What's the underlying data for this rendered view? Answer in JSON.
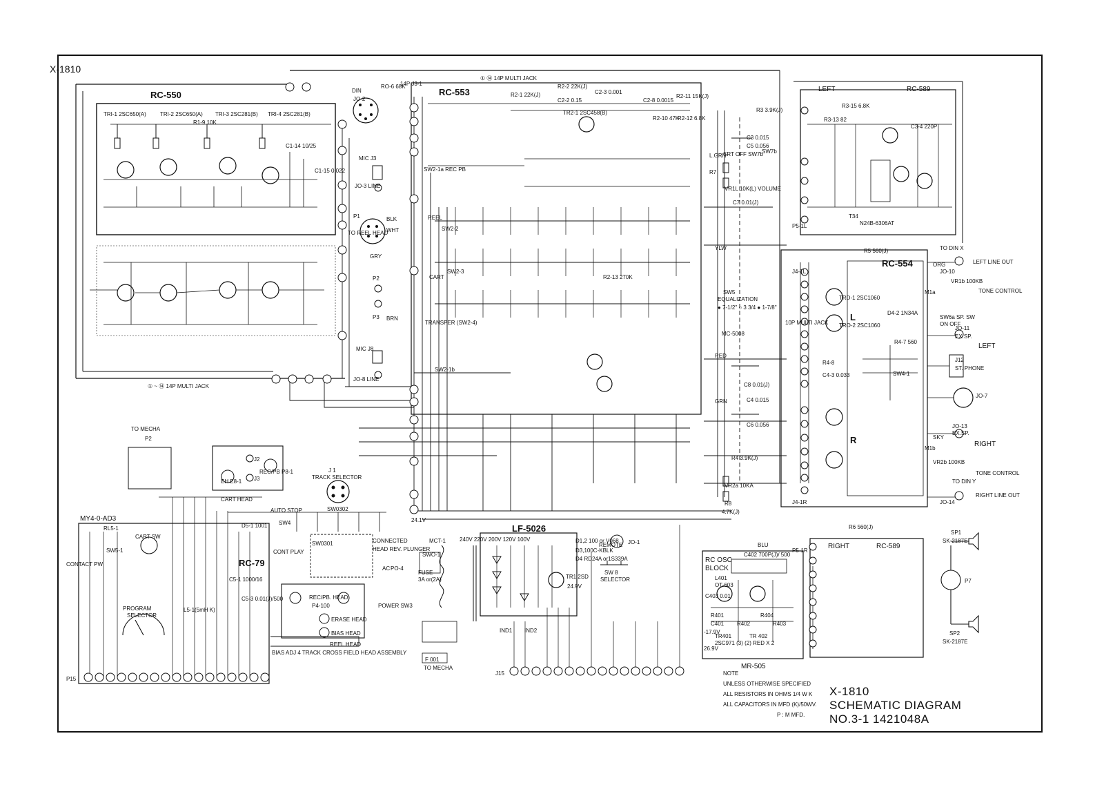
{
  "drawing": {
    "model_code": "X-1810",
    "title_lines": [
      "X-1810",
      "SCHEMATIC DIAGRAM",
      "NO.3-1 1421048A"
    ],
    "notes": [
      "NOTE",
      "UNLESS OTHERWISE SPECIFIED",
      "ALL RESISTORS IN OHMS 1/4 W K",
      "ALL CAPACITORS IN MFD (K)/50WV.",
      "P : M MFD."
    ]
  },
  "boards": {
    "rc550": "RC-550",
    "rc553": "RC-553",
    "rc589_left": "RC-589",
    "rc589_left_tag": "LEFT",
    "rc554": "RC-554",
    "rc589_right": "RC-589",
    "rc589_right_tag": "RIGHT",
    "rc79": "RC-79",
    "lf5026": "LF-5026",
    "mr505": "MR-505",
    "rc_osc": "RC OSC",
    "rc_osc_block": "BLOCK",
    "mc5008": "MC-5008"
  },
  "labels": {
    "multi_jack_top": "① ⑭ 14P MULTI JACK",
    "multi_jack_bottom": "① ~ ⑭ 14P MULTI JACK",
    "j3_1": "14P J3-1",
    "tri1": "TRI-1 2SC650(A)",
    "tri2": "TRI-2 2SC650(A)",
    "tri3": "TRI-3 2SC281(B)",
    "tri4": "TRI-4 2SC281(B)",
    "tr2_1": "TR2-1 2SC458(B)",
    "din": "DIN",
    "jo2": "JO-2",
    "mic_j3": "MIC J3",
    "jo3_line": "JO-3 LINE",
    "rec_pb": "SW2-1a REC PB",
    "reel": "REEL",
    "sw2_2": "SW2-2",
    "p1": "P1",
    "to_reel_head": "TO REEL HEAD",
    "cart": "CART",
    "sw2_3": "SW2-3",
    "p2": "P2",
    "p3": "P3",
    "transfer": "TRANSPER (SW2-4)",
    "mic_j8": "MIC J8",
    "jo8_line": "JO-8 LINE",
    "sw2_1b": "SW2-1b",
    "sw5": "SW5",
    "equalization": "EQUALIZATION",
    "eq_opts": "● 7-1/2\"  ○ 3 3/4  ● 1-7/8\"",
    "srt_off": "SRT OFF SW7b",
    "sw7b": "SW7b",
    "volume": "VR1L 10K(L) VOLUME",
    "vr2a": "VR2a 10KA",
    "to_mecha": "TO MECHA",
    "to_mecha_p2": "P2",
    "my4": "MY4-0-AD3",
    "cart_sw": "CART SW",
    "sw5_1": "SW5-1",
    "program": "PROGRAM",
    "selector": "SELECTOR",
    "contact_pw": "CONTACT PW",
    "p15": "P15",
    "cart_head": "CART HEAD",
    "eh": "EH E8-1",
    "j2": "J2",
    "j3": "J3",
    "recpb_p8": "REC/PB P8-1",
    "track_selector": "TRACK SELECTOR",
    "j1": "J 1",
    "sw0302": "SW0302",
    "sw0301": "SW0301",
    "auto_stop": "AUTO STOP",
    "sw4": "SW4",
    "cont_play": "CONT PLAY",
    "connected": "CONNECTED",
    "head_rev": "HEAD REV. PLUNGER",
    "rec_pb_head": "REC/PB. HEAD",
    "p4_100": "P4-100",
    "erase_head": "ERASE HEAD",
    "bias_head": "BIAS HEAD",
    "reel_head": "REEL HEAD",
    "head_assembly": "BIAS ADJ 4 TRACK CROSS FIELD HEAD ASSEMBLY",
    "mct1": "MCT-1",
    "swo1": "SWO-1",
    "fuse": "FUSE",
    "fuse_val": "3A or(2A)",
    "ac": "AC",
    "po4": "PO-4",
    "power": "POWER SW3",
    "f001": "F 001",
    "to_mecha2": "TO MECHA",
    "ind1": "IND1",
    "ind2": "IND2",
    "j15": "J15",
    "remote": "REMOTE",
    "jo1": "JO-1",
    "sw8": "SW 8",
    "sw8_sel": "SELECTOR",
    "tr401": "TR401",
    "tr402": "TR 402",
    "tr_types": "2SC971 (3) (2) RED X 2",
    "l401": "L401",
    "ot603": "OT-603",
    "to_din_x": "TO DIN X",
    "left_line_out": "LEFT LINE OUT",
    "jo10": "JO-10",
    "tone_control_l": "TONE CONTROL",
    "vr1b": "VR1b 100KB",
    "jo11": "JO-11",
    "ex_sp": "EX.SP.",
    "left": "LEFT",
    "j12": "J12",
    "st_phone": "ST. PHONE",
    "jo7": "JO-7",
    "jo13": "JO-13",
    "ex_sp2": "EX.SP.",
    "right": "RIGHT",
    "vr2b": "VR2b 100KB",
    "tone_control_r": "TONE CONTROL",
    "to_din_y": "TO DIN Y",
    "right_line_out": "RIGHT LINE OUT",
    "jo14": "JO-14",
    "sp1": "SP1",
    "sp1_type": "SK-2187E",
    "sp2": "SP2",
    "sp2_type": "SK-2187E",
    "p7": "P7",
    "sw4_1": "SW4-1",
    "sw6a": "SW6a SP. SW",
    "sw6a_on": "ON  OFF",
    "p5_1l": "P5-1L",
    "p5_1r": "P5-1R",
    "j4_1l": "J4-1L",
    "j4_1r": "J4-1R",
    "multi_jack_10p": "10P MULTI JACK",
    "r5": "R5 560(J)",
    "r6": "R6 560(J)",
    "t34": "T34",
    "n24b": "N24B-6306AT",
    "m1a": "M1a",
    "m1b": "M1b",
    "trd1": "TRD-1 2SC1060",
    "trd2": "TRO-2 2SC1060",
    "r_ch_l": "L",
    "r_ch_r": "R",
    "d4_2": "D4-2 1N34A",
    "r4_7": "R4-7 560",
    "r4_8": "R4-8",
    "c4_3": "C4-3 0.033",
    "r2_13": "R2-13 270K",
    "r8": "R8",
    "r8_val": "4.7K(J)",
    "r4": "R4 3.9K(J)",
    "r3": "R3 3.9K(J)",
    "c3": "C3 0.015",
    "c5": "C5 0.056",
    "c4": "C4 0.015",
    "c6": "C6 0.056",
    "c8": "C8 0.01(J)",
    "c7": "C7 0.01(J)",
    "r7": "R7",
    "l_grn": "L.GRN",
    "yl": "YLW",
    "red": "RED",
    "wht": "WHT",
    "blk": "BLK",
    "grn": "GRN",
    "brn": "BRN",
    "gry": "GRY",
    "sky": "SKY",
    "org": "ORG",
    "blu": "BLU",
    "v24": "24.1V",
    "v249": "24.9V",
    "c5_1": "C5-1 1000/16",
    "d5_1": "D5-1 1001",
    "rl5_1": "RL5-1",
    "l5_1": "L5-1(5mH K)",
    "c5_3": "C5-3 0.01(J)/500",
    "r1_6": "RO-6 68K",
    "r2_1": "R2-1 22K(J)",
    "r2_2": "R2-2 22K(J)",
    "c2_2": "C2-2 0.15",
    "c2_3": "C2-3 0.001",
    "r2_11": "R2-11 15K(J)",
    "r2_10": "R2-10 47K",
    "r2_12": "R2-12 6.8K",
    "c2_8": "C2-8 0.0015",
    "r1_9": "R1-9 10K",
    "c1_14": "C1-14 10/25",
    "c1_15": "C1-15 0.022",
    "r3_15": "R3-15 6.8K",
    "c3_4": "C3-4 220P",
    "r3_13": "R3-13 82",
    "mcts_vals": "240V 220V 200V 120V 100V",
    "d4": "D4 RD24A or1S339A",
    "d13": "D1,2 100 or V068",
    "d3": "D3,100C-KBLK",
    "tr1": "TR1 2SD",
    "rc_osc_c402": "C402 700P(J)/ 500",
    "r401": "R401",
    "r404": "R404",
    "r402": "R402",
    "r403": "R403",
    "c401": "C401",
    "c403": "C403 0.01",
    "n26": "26.9V",
    "n179": "-17.9V"
  }
}
